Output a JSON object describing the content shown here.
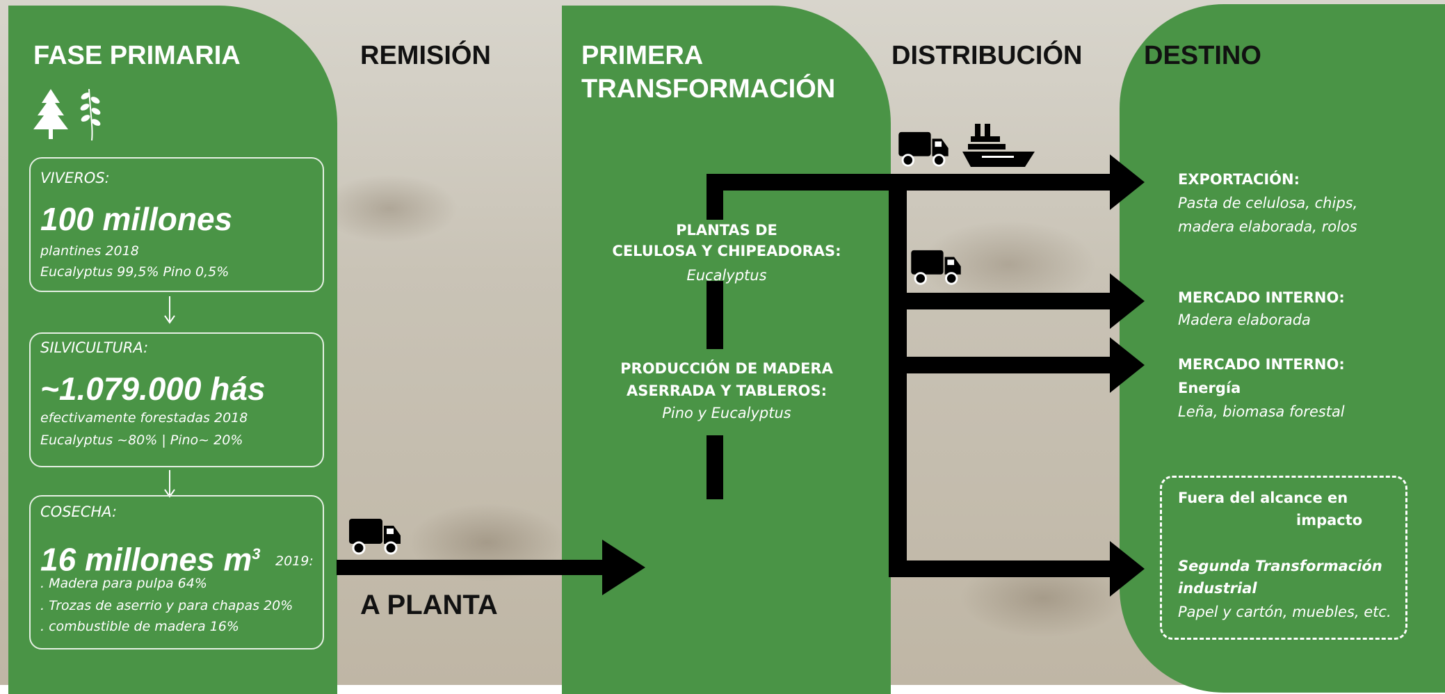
{
  "columns": {
    "fase_primaria": "FASE PRIMARIA",
    "remision": "REMISIÓN",
    "primera_line1": "PRIMERA",
    "primera_line2": "TRANSFORMACIÓN",
    "distribucion": "DISTRIBUCIÓN",
    "destino": "DESTINO"
  },
  "viveros": {
    "label": "VIVEROS:",
    "value": "100 millones",
    "line1": "plantines 2018",
    "line2": "Eucalyptus 99,5% Pino 0,5%"
  },
  "silvicultura": {
    "label": "SILVICULTURA:",
    "value": "~1.079.000 hás",
    "line1": "efectivamente forestadas 2018",
    "line2": "Eucalyptus ~80% | Pino~ 20%"
  },
  "cosecha": {
    "label": "COSECHA:",
    "value": "16 millones m",
    "sup": "3",
    "year": "2019:",
    "items": [
      ". Madera para pulpa 64%",
      ". Trozas de aserrio y para chapas 20%",
      ". combustible de madera 16%"
    ]
  },
  "remision_label": "A PLANTA",
  "plantas": {
    "celulosa_line1": "PLANTAS DE",
    "celulosa_line2": "CELULOSA Y CHIPEADORAS:",
    "celulosa_sub": "Eucalyptus",
    "madera_line1": "PRODUCCIÓN DE MADERA",
    "madera_line2": "ASERRADA Y TABLEROS:",
    "madera_sub": "Pino y Eucalyptus"
  },
  "destinos": {
    "exportacion_title": "EXPORTACIÓN:",
    "exportacion_line1": "Pasta de celulosa, chips,",
    "exportacion_line2": "madera elaborada, rolos",
    "mercado1_title": "MERCADO INTERNO:",
    "mercado1_line": "Madera elaborada",
    "mercado2_title": "MERCADO INTERNO:",
    "mercado2_bold": "Energía",
    "mercado2_line": "Leña, biomasa forestal",
    "fuera_line1": "Fuera del alcance en",
    "fuera_line2": "impacto",
    "segunda_line1": "Segunda Transformación",
    "segunda_line2": "industrial",
    "segunda_line3": "Papel y cartón, muebles, etc."
  },
  "icons": [
    "pine-tree-icon",
    "eucalyptus-branch-icon",
    "truck-icon",
    "ship-icon",
    "arrow-down-icon",
    "arrow-right-icon"
  ],
  "colors": {
    "panel_green": "#4a9446",
    "arrow": "#000000",
    "text_light": "#ffffff"
  }
}
